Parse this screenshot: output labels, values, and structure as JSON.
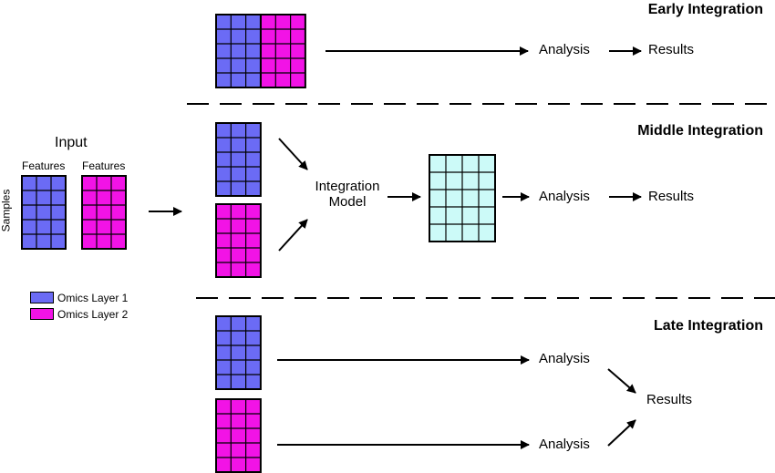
{
  "sections": {
    "early": "Early Integration",
    "middle": "Middle Integration",
    "late": "Late Integration"
  },
  "input": {
    "title": "Input",
    "features_label": "Features",
    "samples_label": "Samples"
  },
  "nodes": {
    "analysis": "Analysis",
    "results": "Results",
    "integration_model_line1": "Integration",
    "integration_model_line2": "Model"
  },
  "legend": [
    {
      "label": "Omics Layer 1",
      "color": "#6b6bf5"
    },
    {
      "label": "Omics Layer 2",
      "color": "#f213e6"
    }
  ],
  "colors": {
    "omics1": "#6b6bf5",
    "omics2": "#f213e6",
    "integrated": "#ccfaf8",
    "grid_line": "#000000"
  }
}
